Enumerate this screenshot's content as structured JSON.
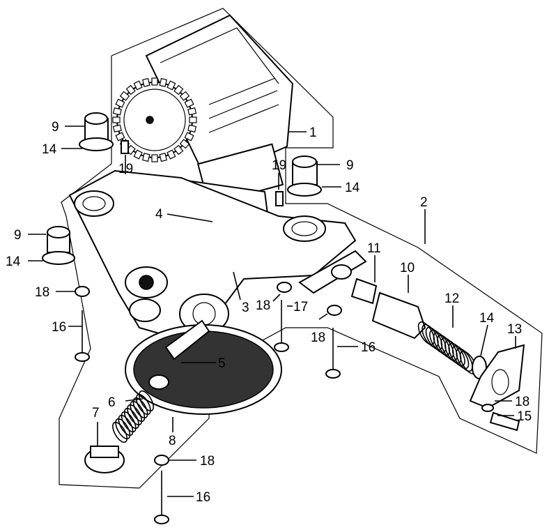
{
  "diagram": {
    "callouts": [
      {
        "id": "c-1",
        "text": "1"
      },
      {
        "id": "c-2",
        "text": "2"
      },
      {
        "id": "c-3",
        "text": "3"
      },
      {
        "id": "c-4",
        "text": "4"
      },
      {
        "id": "c-5",
        "text": "5"
      },
      {
        "id": "c-6",
        "text": "6"
      },
      {
        "id": "c-7",
        "text": "7"
      },
      {
        "id": "c-8",
        "text": "8"
      },
      {
        "id": "c-9a",
        "text": "9"
      },
      {
        "id": "c-9b",
        "text": "9"
      },
      {
        "id": "c-9c",
        "text": "9"
      },
      {
        "id": "c-10",
        "text": "10"
      },
      {
        "id": "c-11",
        "text": "11"
      },
      {
        "id": "c-12",
        "text": "12"
      },
      {
        "id": "c-13",
        "text": "13"
      },
      {
        "id": "c-14a",
        "text": "14"
      },
      {
        "id": "c-14b",
        "text": "14"
      },
      {
        "id": "c-14c",
        "text": "14"
      },
      {
        "id": "c-14d",
        "text": "14"
      },
      {
        "id": "c-15",
        "text": "15"
      },
      {
        "id": "c-16a",
        "text": "16"
      },
      {
        "id": "c-16b",
        "text": "16"
      },
      {
        "id": "c-16c",
        "text": "16"
      },
      {
        "id": "c-17",
        "text": "17"
      },
      {
        "id": "c-18a",
        "text": "18"
      },
      {
        "id": "c-18b",
        "text": "18"
      },
      {
        "id": "c-18c",
        "text": "18"
      },
      {
        "id": "c-18d",
        "text": "18"
      },
      {
        "id": "c-18e",
        "text": "18"
      },
      {
        "id": "c-19a",
        "text": "19"
      },
      {
        "id": "c-19b",
        "text": "19"
      }
    ]
  }
}
